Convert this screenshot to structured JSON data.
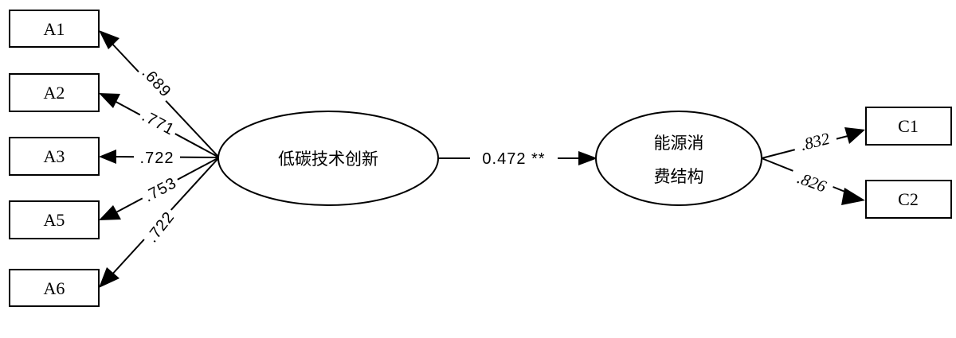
{
  "indicators_left": [
    {
      "label": "A1",
      "loading": ".689"
    },
    {
      "label": "A2",
      "loading": ".771"
    },
    {
      "label": "A3",
      "loading": ".722"
    },
    {
      "label": "A5",
      "loading": ".753"
    },
    {
      "label": "A6",
      "loading": ".722"
    }
  ],
  "latent_left": {
    "label": "低碳技术创新"
  },
  "latent_right": {
    "line1": "能源消",
    "line2": "费结构"
  },
  "path": {
    "coefficient": "0.472 **"
  },
  "indicators_right": [
    {
      "label": "C1",
      "loading": ".832"
    },
    {
      "label": "C2",
      "loading": ".826"
    }
  ]
}
